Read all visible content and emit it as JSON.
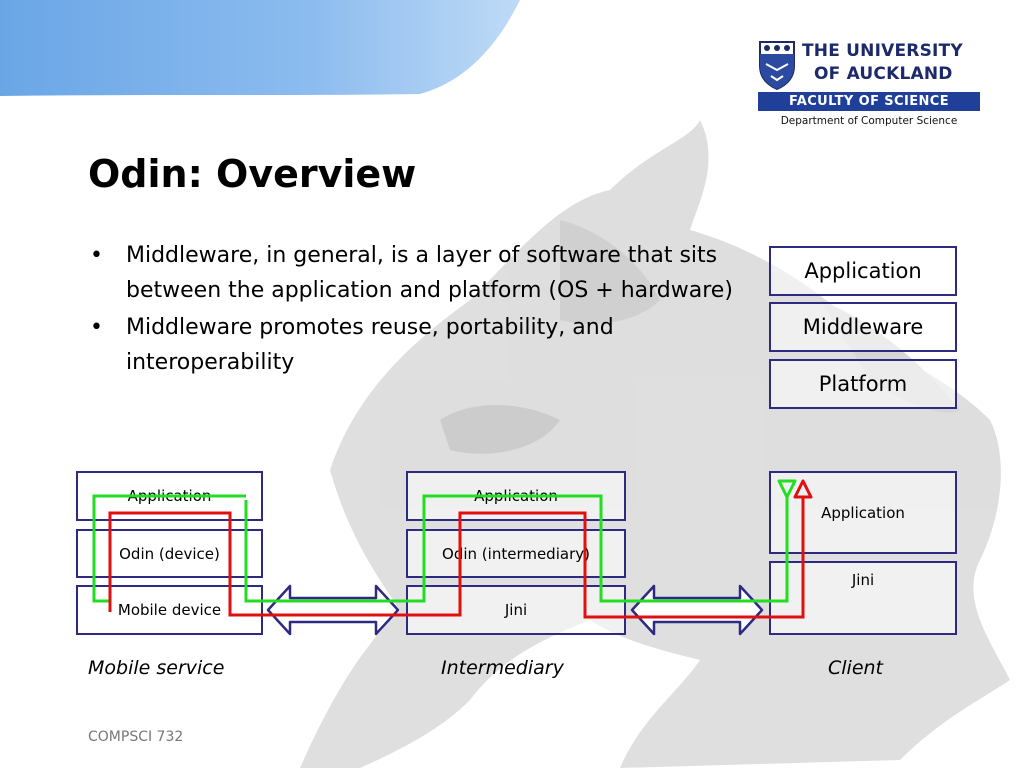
{
  "logo": {
    "university_line1": "THE UNIVERSITY",
    "university_line2": "OF AUCKLAND",
    "faculty": "FACULTY OF SCIENCE",
    "department": "Department of Computer Science"
  },
  "title": "Odin: Overview",
  "bullets": [
    "Middleware, in general, is a layer of software that sits between the application and platform (OS + hardware)",
    "Middleware promotes reuse, portability, and interoperability"
  ],
  "bullet_glyph": "•",
  "stack": [
    "Application",
    "Middleware",
    "Platform"
  ],
  "columns": {
    "mobile": {
      "caption": "Mobile service",
      "layers": [
        "Application",
        "Odin (device)",
        "Mobile device"
      ]
    },
    "intermediary": {
      "caption": "Intermediary",
      "layers": [
        "Application",
        "Odin (intermediary)",
        "Jini"
      ]
    },
    "client": {
      "caption": "Client",
      "layers": [
        "Application",
        "Jini"
      ]
    }
  },
  "colors": {
    "box_border": "#2e2a82",
    "green_path": "#22dd22",
    "red_path": "#e01010",
    "arrow_fill": "#ffffff",
    "banner_blue": "#5a9be0",
    "logo_blue": "#1f3f98"
  },
  "footer": "COMPSCI 732"
}
